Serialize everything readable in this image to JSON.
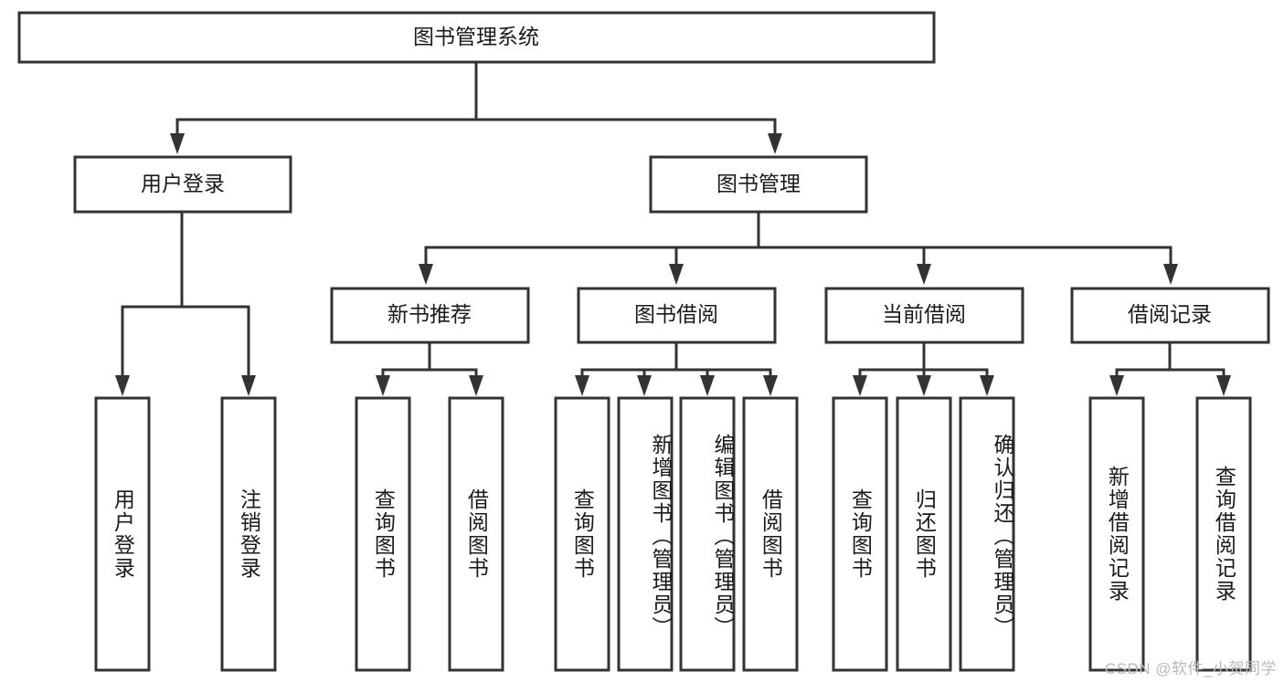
{
  "diagram": {
    "title": "图书管理系统",
    "type": "tree",
    "watermark": "CSDN @软件_小贺同学",
    "levels": {
      "root": {
        "label": "图书管理系统"
      },
      "level2": [
        {
          "label": "用户登录"
        },
        {
          "label": "图书管理"
        }
      ],
      "level3": [
        {
          "label": "新书推荐"
        },
        {
          "label": "图书借阅"
        },
        {
          "label": "当前借阅"
        },
        {
          "label": "借阅记录"
        }
      ],
      "leaves": [
        {
          "label": "用户登录",
          "parent": "用户登录"
        },
        {
          "label": "注销登录",
          "parent": "用户登录"
        },
        {
          "label": "查询图书",
          "parent": "新书推荐"
        },
        {
          "label": "借阅图书",
          "parent": "新书推荐"
        },
        {
          "label": "查询图书",
          "parent": "图书借阅"
        },
        {
          "label": "新增图书（管理员）",
          "parent": "图书借阅"
        },
        {
          "label": "编辑图书（管理员）",
          "parent": "图书借阅"
        },
        {
          "label": "借阅图书",
          "parent": "图书借阅"
        },
        {
          "label": "查询图书",
          "parent": "当前借阅"
        },
        {
          "label": "归还图书",
          "parent": "当前借阅"
        },
        {
          "label": "确认归还（管理员）",
          "parent": "当前借阅"
        },
        {
          "label": "新增借阅记录",
          "parent": "借阅记录"
        },
        {
          "label": "查询借阅记录",
          "parent": "借阅记录"
        }
      ]
    },
    "colors": {
      "stroke": "#333333",
      "fill": "#ffffff",
      "text": "#1a1a1a",
      "watermark": "#b9b9b9"
    }
  }
}
